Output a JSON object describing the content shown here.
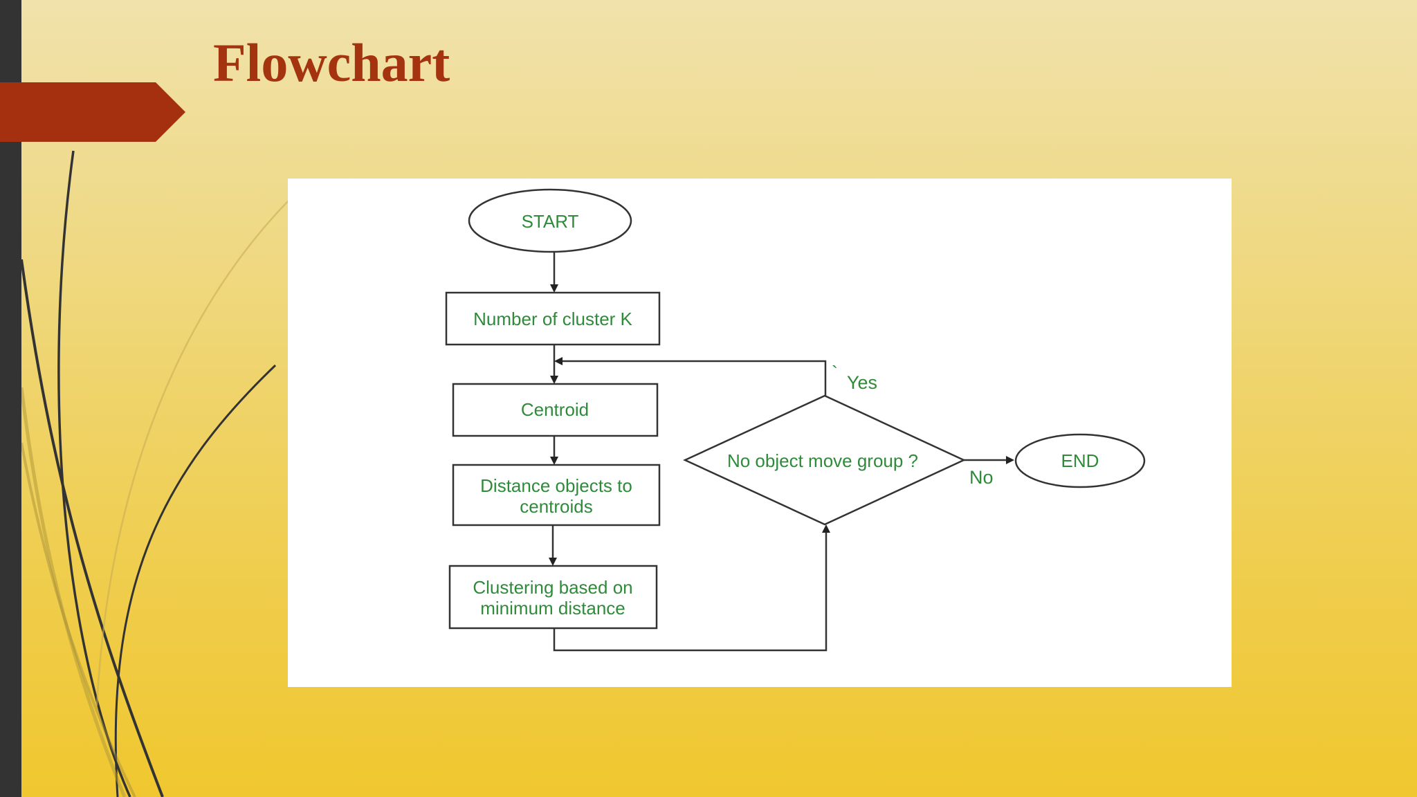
{
  "slide": {
    "title": "Flowchart"
  },
  "colors": {
    "title": "#a4330f",
    "title_tab": "#a4300f",
    "left_bar": "#333333",
    "node_text": "#2f8a3a",
    "node_border": "#333333"
  },
  "flowchart": {
    "nodes": {
      "start": "START",
      "clusters": "Number of cluster K",
      "centroid": "Centroid",
      "distance_line1": "Distance objects to",
      "distance_line2": "centroids",
      "clustering_line1": "Clustering based on",
      "clustering_line2": "minimum distance",
      "decision": "No object move group ?",
      "end": "END"
    },
    "edges": {
      "yes_tick": "`",
      "yes": "Yes",
      "no": "No"
    }
  }
}
